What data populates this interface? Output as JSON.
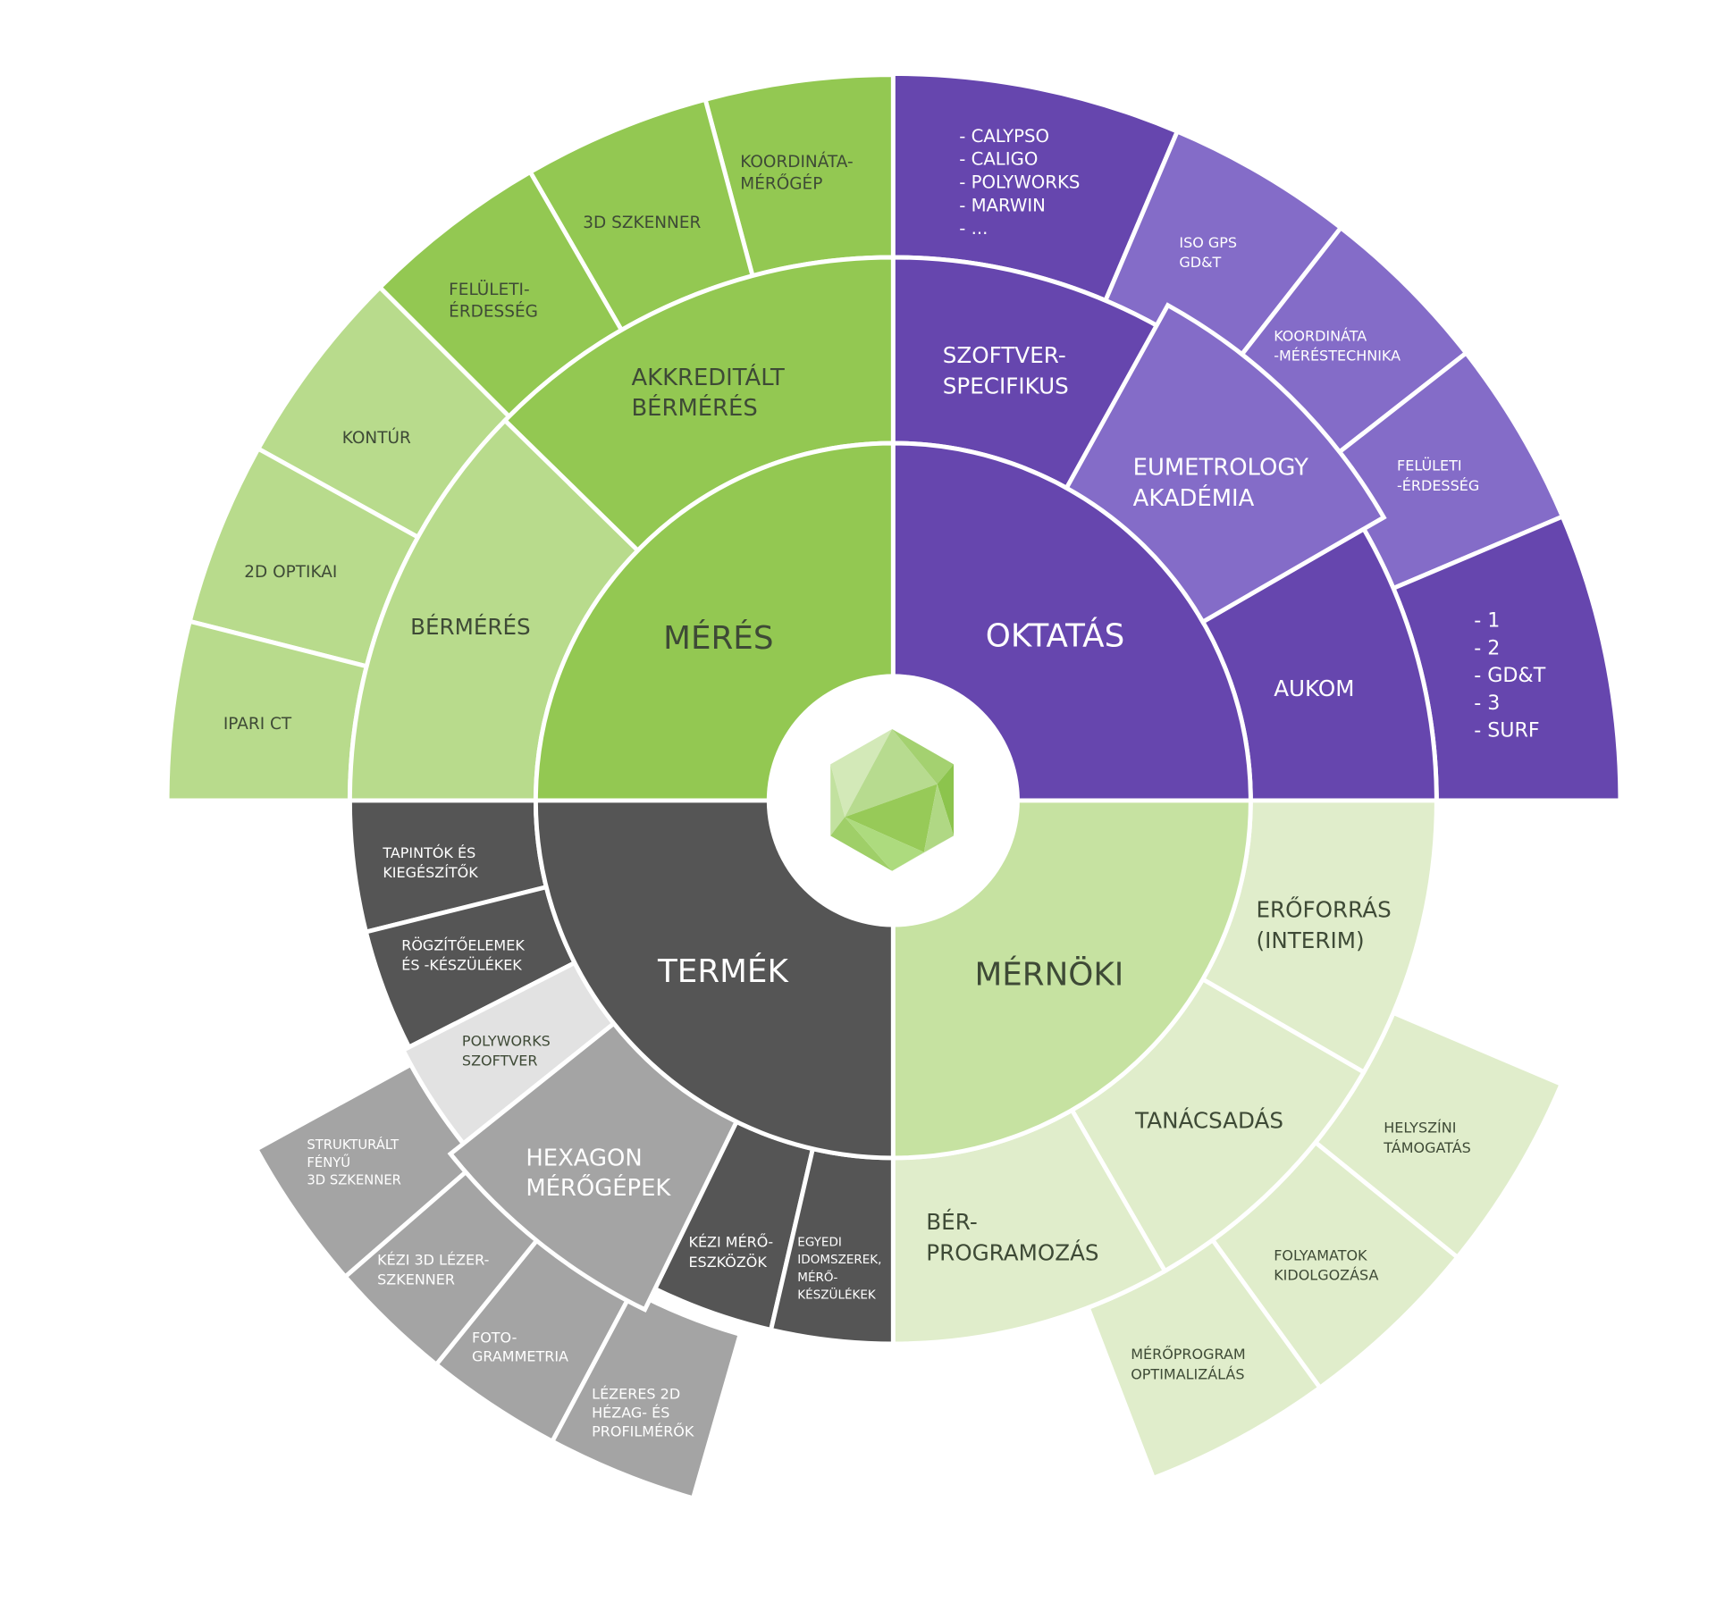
{
  "colors": {
    "green": "#93c852",
    "light_green": "#b8db8c",
    "mernoki": "#c6e2a1",
    "mernoki_light": "#e0edcb",
    "purple": "#6646ae",
    "lavender": "#846cc8",
    "dark_gray": "#555555",
    "gray": "#a4a4a4",
    "light_gray": "#e2e2e2",
    "dark_text": "#3e4a36",
    "white": "#ffffff"
  },
  "logo": "hexagon-icosahedron-logo",
  "segments": [
    {
      "id": "meres",
      "lines": [
        "MÉRÉS"
      ]
    },
    {
      "id": "oktatas",
      "lines": [
        "OKTATÁS"
      ]
    },
    {
      "id": "termek",
      "lines": [
        "TERMÉK"
      ]
    },
    {
      "id": "mernoki",
      "lines": [
        "MÉRNÖKI"
      ]
    },
    {
      "id": "akkreditalt-bermeres",
      "lines": [
        "AKKREDITÁLT",
        "BÉRMÉRÉS"
      ]
    },
    {
      "id": "bermeres",
      "lines": [
        "BÉRMÉRÉS"
      ]
    },
    {
      "id": "koordinata-meregep",
      "lines": [
        "KOORDINÁTA-",
        "MÉRŐGÉP"
      ]
    },
    {
      "id": "3d-szkenner",
      "lines": [
        "3D SZKENNER"
      ]
    },
    {
      "id": "feluleti-erdesseg",
      "lines": [
        "FELÜLETI-",
        "ÉRDESSÉG"
      ]
    },
    {
      "id": "kontur",
      "lines": [
        "KONTÚR"
      ]
    },
    {
      "id": "2d-optikai",
      "lines": [
        "2D OPTIKAI"
      ]
    },
    {
      "id": "ipari-ct",
      "lines": [
        "IPARI CT"
      ]
    },
    {
      "id": "szoftver-specifikus",
      "lines": [
        "SZOFTVER-",
        "SPECIFIKUS"
      ]
    },
    {
      "id": "aukom",
      "lines": [
        "AUKOM"
      ]
    },
    {
      "id": "software-list",
      "lines": [
        "- CALYPSO",
        "- CALIGO",
        "- POLYWORKS",
        "- MARWIN",
        "- ..."
      ]
    },
    {
      "id": "iso-gps",
      "lines": [
        "ISO GPS",
        "GD&T"
      ]
    },
    {
      "id": "koordinata-merestechnika",
      "lines": [
        "KOORDINÁTA",
        "-MÉRÉSTECHNIKA"
      ]
    },
    {
      "id": "okt-feluleti-erdesseg",
      "lines": [
        "FELÜLETI",
        "-ÉRDESSÉG"
      ]
    },
    {
      "id": "aukom-levels",
      "lines": [
        "- 1",
        "- 2",
        "- GD&T",
        "- 3",
        "- SURF"
      ]
    },
    {
      "id": "tapintok",
      "lines": [
        "TAPINTÓK ÉS",
        "KIEGÉSZÍTŐK"
      ]
    },
    {
      "id": "rogzitoelemek",
      "lines": [
        "RÖGZÍTŐELEMEK",
        "ÉS -KÉSZÜLÉKEK"
      ]
    },
    {
      "id": "polyworks-szoftver",
      "lines": [
        "POLYWORKS",
        "SZOFTVER"
      ]
    },
    {
      "id": "kezi-meroeszkozok",
      "lines": [
        "KÉZI MÉRŐ-",
        "ESZKÖZÖK"
      ]
    },
    {
      "id": "egyedi-idomszerek",
      "lines": [
        "EGYEDI",
        "IDOMSZEREK,",
        "MÉRŐ-",
        "KÉSZÜLÉKEK"
      ]
    },
    {
      "id": "strukturalt-feny",
      "lines": [
        "STRUKTURÁLT",
        "FÉNYŰ",
        "3D SZKENNER"
      ]
    },
    {
      "id": "kezi-3d-lezerszkenner",
      "lines": [
        "KÉZI 3D LÉZER-",
        "SZKENNER"
      ]
    },
    {
      "id": "fotogrammetria",
      "lines": [
        "FOTO-",
        "GRAMMETRIA"
      ]
    },
    {
      "id": "lezeres-2d",
      "lines": [
        "LÉZERES 2D",
        "HÉZAG- ÉS",
        "PROFILMÉRŐK"
      ]
    },
    {
      "id": "eroforras",
      "lines": [
        "ERŐFORRÁS",
        "(INTERIM)"
      ]
    },
    {
      "id": "tanacsadas",
      "lines": [
        "TANÁCSADÁS"
      ]
    },
    {
      "id": "berprogramozas",
      "lines": [
        "BÉR-",
        "PROGRAMOZÁS"
      ]
    },
    {
      "id": "helyszini-tamogatas",
      "lines": [
        "HELYSZÍNI",
        "TÁMOGATÁS"
      ]
    },
    {
      "id": "folyamatok",
      "lines": [
        "FOLYAMATOK",
        "KIDOLGOZÁSA"
      ]
    },
    {
      "id": "meroprogram",
      "lines": [
        "MÉRŐPROGRAM",
        "OPTIMALIZÁLÁS"
      ]
    },
    {
      "id": "eumetrology-akademia",
      "lines": [
        "EUMETROLOGY",
        "AKADÉMIA"
      ]
    },
    {
      "id": "hexagon-meregepek",
      "lines": [
        "HEXAGON",
        "MÉRŐGÉPEK"
      ]
    }
  ]
}
